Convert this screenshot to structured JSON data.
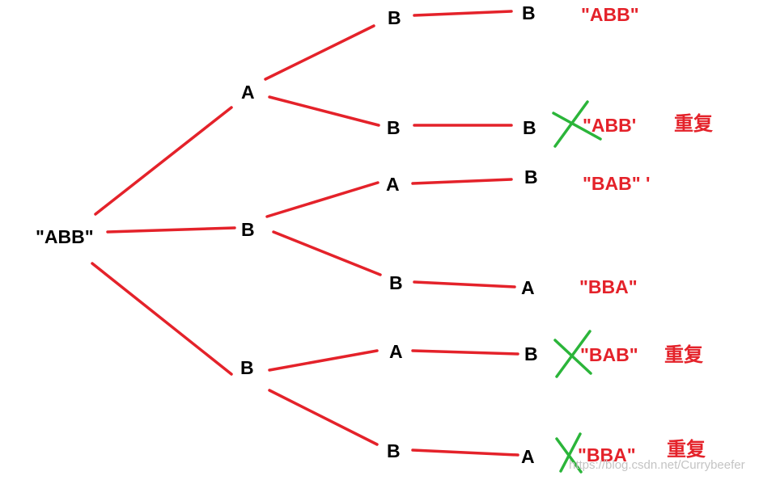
{
  "colors": {
    "edge": "#e4222a",
    "node_text": "#000000",
    "result_text": "#e4222a",
    "cross": "#2bb53a",
    "watermark": "#c4c4c4"
  },
  "root": {
    "label": "\"ABB\""
  },
  "level1": [
    {
      "label": "A"
    },
    {
      "label": "B"
    },
    {
      "label": "B"
    }
  ],
  "level2": [
    {
      "label": "B"
    },
    {
      "label": "B"
    },
    {
      "label": "A"
    },
    {
      "label": "B"
    },
    {
      "label": "A"
    },
    {
      "label": "B"
    }
  ],
  "level3": [
    {
      "label": "B"
    },
    {
      "label": "B"
    },
    {
      "label": "B"
    },
    {
      "label": "A"
    },
    {
      "label": "B"
    },
    {
      "label": "A"
    }
  ],
  "results": [
    {
      "label": "\"ABB\"",
      "duplicate": false
    },
    {
      "label": "\"ABB'",
      "duplicate": true
    },
    {
      "label": "\"BAB\" '",
      "duplicate": false
    },
    {
      "label": "\"BBA\"",
      "duplicate": false
    },
    {
      "label": "\"BAB\"",
      "duplicate": true
    },
    {
      "label": "\"BBA\"",
      "duplicate": true
    }
  ],
  "duplicate_label": "重复",
  "cross_icon_name": "x-mark-icon",
  "watermark": "https://blog.csdn.net/Currybeefer"
}
